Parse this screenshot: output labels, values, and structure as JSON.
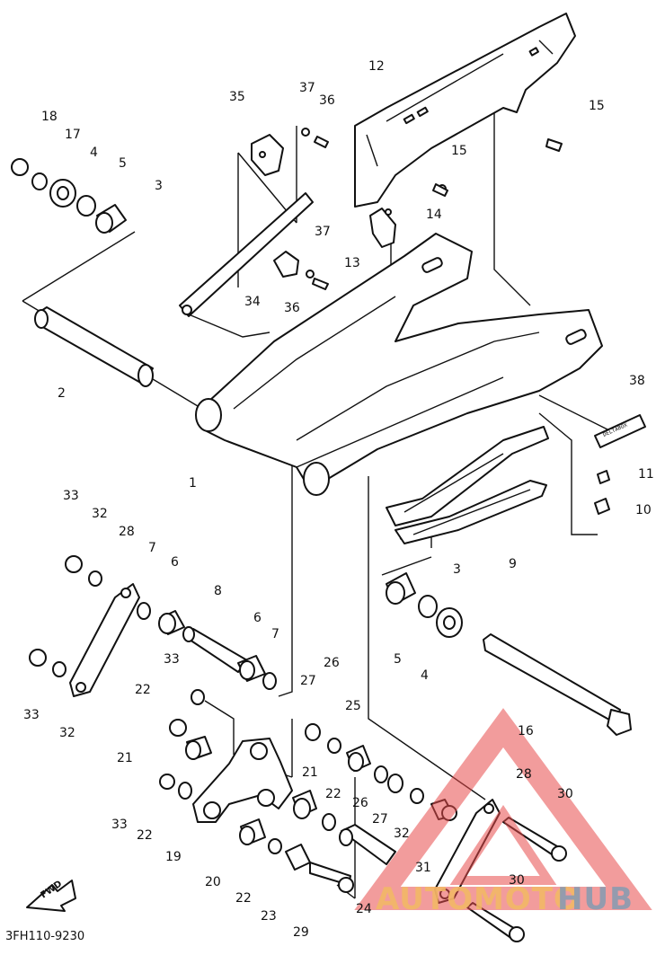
{
  "drawing_code": "3FH110-9230",
  "fwd_label": "FWD",
  "badge_text": "DELTABOX",
  "watermark": {
    "part1": "AUTOMOTO",
    "part2": "HUB"
  },
  "colors": {
    "line": "#111111",
    "background": "#ffffff",
    "watermark_triangle": "#e84a4a",
    "watermark_text_1": "#f2b866",
    "watermark_text_2": "#8a9bb0"
  },
  "callouts": [
    "12",
    "35",
    "37",
    "36",
    "15",
    "15",
    "18",
    "17",
    "4",
    "5",
    "3",
    "14",
    "37",
    "13",
    "34",
    "36",
    "2",
    "38",
    "1",
    "11",
    "10",
    "33",
    "32",
    "28",
    "7",
    "6",
    "9",
    "3",
    "8",
    "6",
    "7",
    "5",
    "4",
    "33",
    "26",
    "27",
    "22",
    "33",
    "32",
    "25",
    "16",
    "21",
    "21",
    "28",
    "22",
    "30",
    "26",
    "33",
    "27",
    "22",
    "32",
    "19",
    "31",
    "20",
    "30",
    "22",
    "23",
    "24",
    "29"
  ]
}
